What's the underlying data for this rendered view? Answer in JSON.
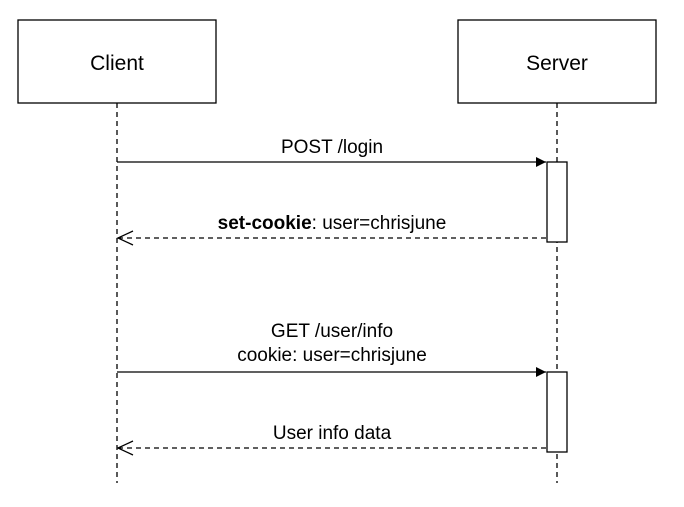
{
  "participants": {
    "client": {
      "label": "Client"
    },
    "server": {
      "label": "Server"
    }
  },
  "messages": {
    "login_request": {
      "label": "POST /login",
      "direction": "client-to-server",
      "style": "solid"
    },
    "login_response": {
      "label_bold": "set-cookie",
      "label_rest": ": user=chrisjune",
      "direction": "server-to-client",
      "style": "dashed"
    },
    "info_request": {
      "label_line1": "GET /user/info",
      "label_line2": "cookie: user=chrisjune",
      "direction": "client-to-server",
      "style": "solid"
    },
    "info_response": {
      "label": "User info data",
      "direction": "server-to-client",
      "style": "dashed"
    }
  },
  "colors": {
    "line": "#000000",
    "box_fill": "#ffffff",
    "background": "#ffffff"
  }
}
